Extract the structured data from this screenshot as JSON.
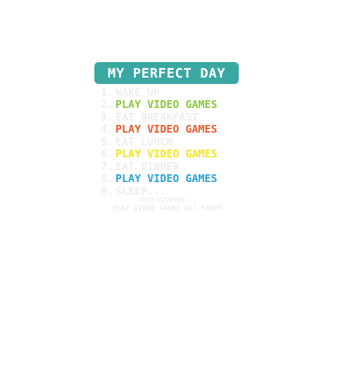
{
  "title": "MY PERFECT DAY",
  "colors": {
    "banner": "#3aa7a3",
    "faded_text": "#eeeeee",
    "green": "#8cc63f",
    "red": "#ea5a2a",
    "yellow": "#f2e61b",
    "blue": "#2aa3d8"
  },
  "items": [
    {
      "num": "1.",
      "text": "WAKE UP"
    },
    {
      "num": "2.",
      "text": "PLAY VIDEO GAMES"
    },
    {
      "num": "3.",
      "text": "EAT BREAKFAST"
    },
    {
      "num": "4.",
      "text": "PLAY VIDEO GAMES"
    },
    {
      "num": "5.",
      "text": "EAT LUNCH"
    },
    {
      "num": "6.",
      "text": "PLAY VIDEO GAMES"
    },
    {
      "num": "7.",
      "text": "EAT DINNER"
    },
    {
      "num": "8.",
      "text": "PLAY VIDEO GAMES"
    },
    {
      "num": "9.",
      "text": "SLEEP..."
    }
  ],
  "footer": {
    "line1": "JUST KIDDING...",
    "line2": "PLAY VIDEO GAMES ALL NIGHT"
  }
}
